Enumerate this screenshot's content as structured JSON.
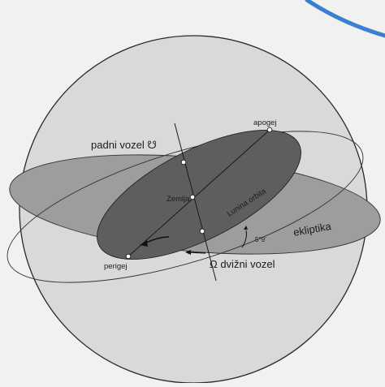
{
  "diagram": {
    "labels": {
      "descending_node": "padni vozel ☋",
      "apogee": "apogej",
      "earth": "Zemlja",
      "lunar_orbit": "Lunina orbita",
      "ecliptic": "ekliptika",
      "ascending_node": "Ω dvižni vozel",
      "perigee": "perigej",
      "inclination": "5°9'"
    },
    "colors": {
      "background": "#f1f1f0",
      "sphere_fill": "#d9d9d7",
      "ecliptic_plane": "#9d9d9b",
      "orbit_plane": "#5e5e5c",
      "accent_line": "#3b7fd0",
      "line": "#2a2a2a"
    }
  }
}
